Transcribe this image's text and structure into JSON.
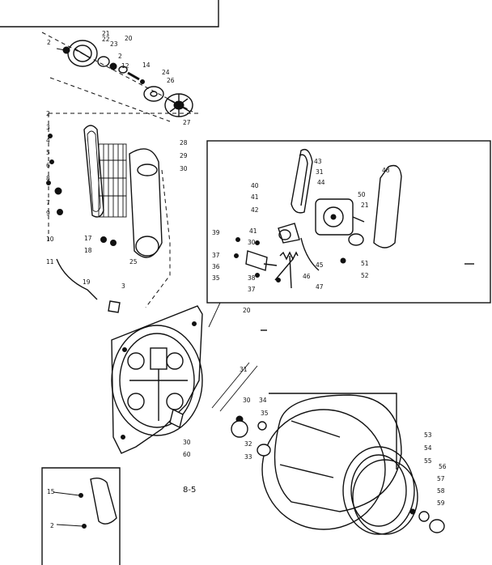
{
  "page_label": "8-5",
  "callouts": {
    "blower": [
      "21",
      "22",
      "23",
      "20",
      "2",
      "12",
      "14",
      "24",
      "26",
      "27",
      "2"
    ],
    "heater": [
      "2",
      "3",
      "4",
      "5",
      "6",
      "8",
      "7",
      "9",
      "10",
      "11",
      "17",
      "18",
      "28",
      "29",
      "30",
      "25",
      "3",
      "19"
    ],
    "motor_box": [
      "43",
      "31",
      "44",
      "40",
      "41",
      "42",
      "39",
      "30",
      "41",
      "37",
      "36",
      "35",
      "38",
      "37",
      "45",
      "46",
      "47",
      "48",
      "50",
      "21",
      "51",
      "52"
    ],
    "bulkhead": [
      "20",
      "31",
      "30",
      "60"
    ],
    "drum": [
      "30",
      "34",
      "35",
      "32",
      "33",
      "53",
      "54",
      "55",
      "56",
      "57",
      "58",
      "59"
    ],
    "inset": [
      "15",
      "2"
    ]
  }
}
